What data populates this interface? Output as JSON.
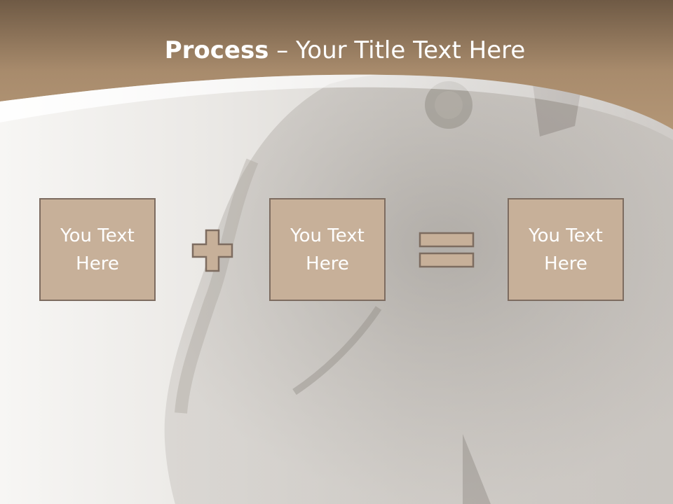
{
  "slide": {
    "title_bold": "Process",
    "title_rest": " – Your Title Text Here",
    "boxes": [
      {
        "text": "You Text Here"
      },
      {
        "text": "You Text Here"
      },
      {
        "text": "You Text Here"
      }
    ],
    "operators": [
      "plus-icon",
      "equals-icon"
    ],
    "colors": {
      "header": "#a88b6c",
      "box_fill": "#c7b099",
      "box_border": "#7d6c60",
      "title_text": "#ffffff"
    }
  }
}
